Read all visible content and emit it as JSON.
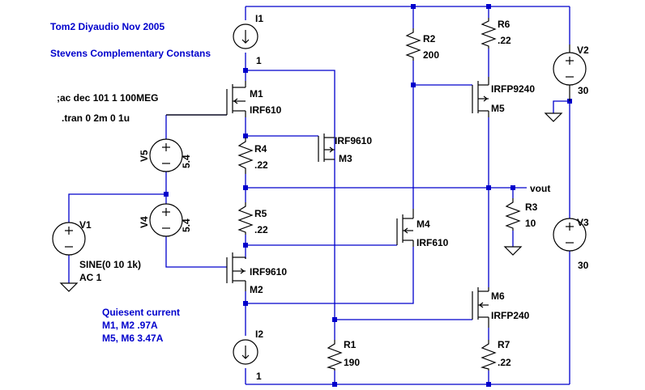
{
  "notes": {
    "title1": "Tom2 Diyaudio  Nov 2005",
    "title2": "Stevens  Complementary Constans",
    "ac": ";ac dec 101 1 100MEG",
    "tran": ".tran 0 2m 0 1u",
    "quiescent_title": "Quiesent current",
    "q1": "M1, M2  .97A",
    "q2": "M5, M6   3.47A"
  },
  "components": {
    "I1": {
      "name": "I1",
      "value": "1"
    },
    "I2": {
      "name": "I2",
      "value": "1"
    },
    "M1": {
      "name": "M1",
      "model": "IRF610"
    },
    "M2": {
      "name": "M2",
      "model": "IRF9610"
    },
    "M3": {
      "name": "M3",
      "model": "IRF9610"
    },
    "M4": {
      "name": "M4",
      "model": "IRF610"
    },
    "M5": {
      "name": "M5",
      "model": "IRFP9240"
    },
    "M6": {
      "name": "M6",
      "model": "IRFP240"
    },
    "R1": {
      "name": "R1",
      "value": "190"
    },
    "R2": {
      "name": "R2",
      "value": "200"
    },
    "R3": {
      "name": "R3",
      "value": "10"
    },
    "R4": {
      "name": "R4",
      "value": ".22"
    },
    "R5": {
      "name": "R5",
      "value": ".22"
    },
    "R6": {
      "name": "R6",
      "value": ".22"
    },
    "R7": {
      "name": "R7",
      "value": ".22"
    },
    "V1": {
      "name": "V1",
      "value": "SINE(0 10 1k)",
      "ac": "AC 1"
    },
    "V2": {
      "name": "V2",
      "value": "30"
    },
    "V3": {
      "name": "V3",
      "value": "30"
    },
    "V4": {
      "name": "V4",
      "value": "5.4"
    },
    "V5": {
      "name": "V5",
      "value": "5.4"
    }
  },
  "nets": {
    "vout": "vout"
  }
}
